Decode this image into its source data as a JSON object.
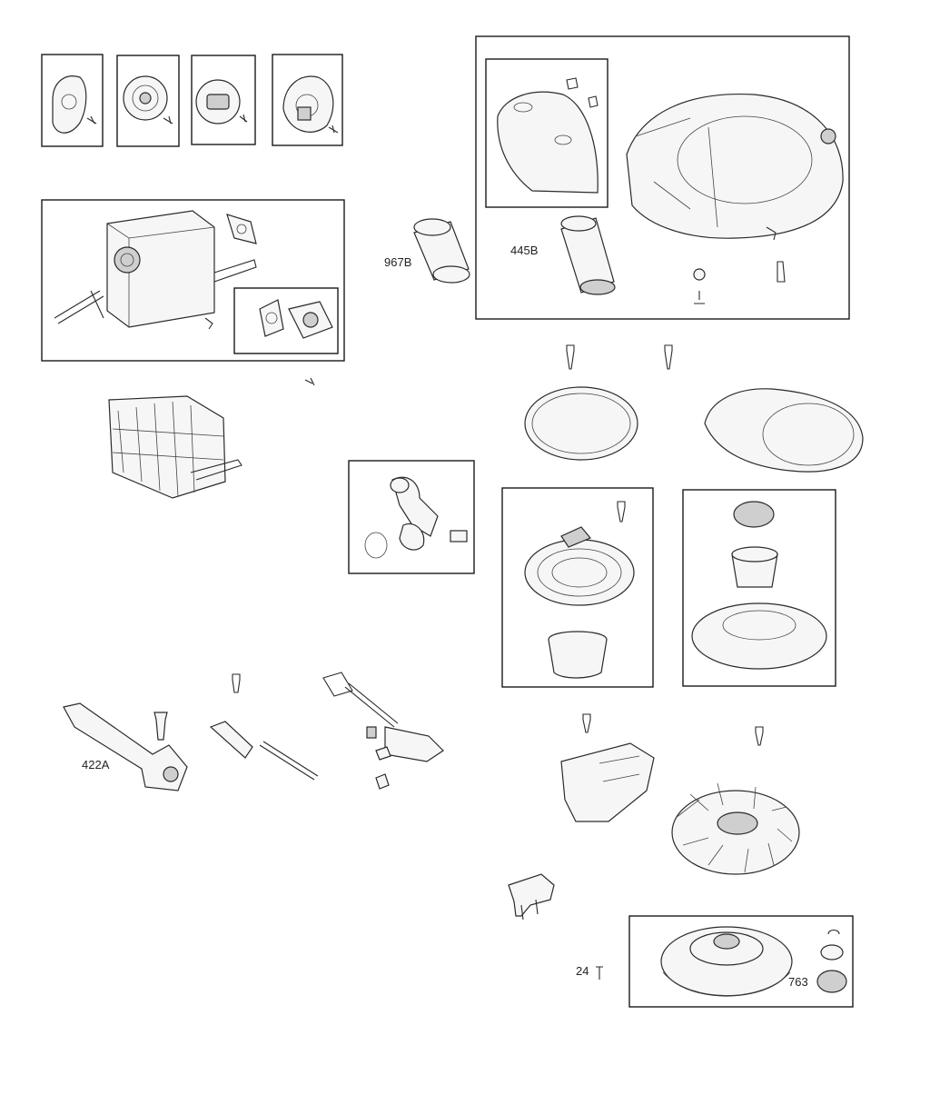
{
  "labels": {
    "part_967b": "967B",
    "part_445b": "445B",
    "part_422a": "422A",
    "part_24": "24",
    "part_763": "763"
  }
}
